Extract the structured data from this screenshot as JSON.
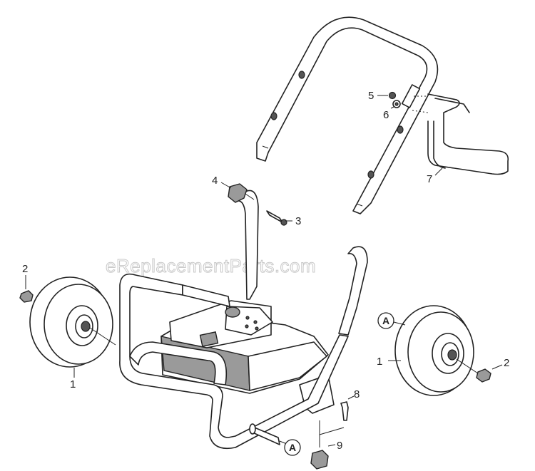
{
  "watermark": "eReplacementParts.com",
  "callouts": {
    "c1_left": "1",
    "c1_right": "1",
    "c2_left": "2",
    "c2_right": "2",
    "c3": "3",
    "c4": "4",
    "c5": "5",
    "c6": "6",
    "c7": "7",
    "c8": "8",
    "c9": "9",
    "circle_a_right": "A",
    "circle_a_bottom": "A"
  }
}
